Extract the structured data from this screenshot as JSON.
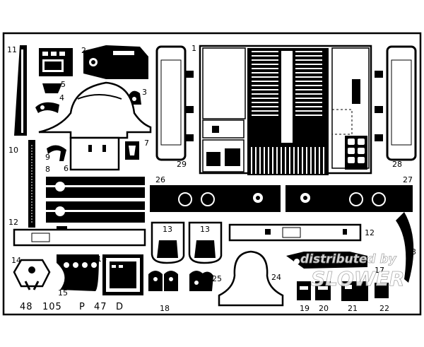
{
  "sheet": {
    "part_labels": [
      "1",
      "2",
      "3",
      "4",
      "5",
      "6",
      "7",
      "8",
      "9",
      "10",
      "11",
      "12",
      "12",
      "13",
      "13",
      "14",
      "15",
      "16",
      "17",
      "18",
      "19",
      "20",
      "21",
      "22",
      "23",
      "24",
      "25",
      "26",
      "27",
      "28",
      "29"
    ],
    "code": {
      "a": "48",
      "b": "105",
      "c": "P",
      "d": "47",
      "e": "D"
    }
  },
  "watermark": {
    "line1": "distributed by",
    "line2": "SLOWER"
  },
  "colors": {
    "background": "#ffffff",
    "part": "#000000",
    "stripe": "#ffffff",
    "frame": "#000000",
    "watermark": "#9a9a9a"
  }
}
